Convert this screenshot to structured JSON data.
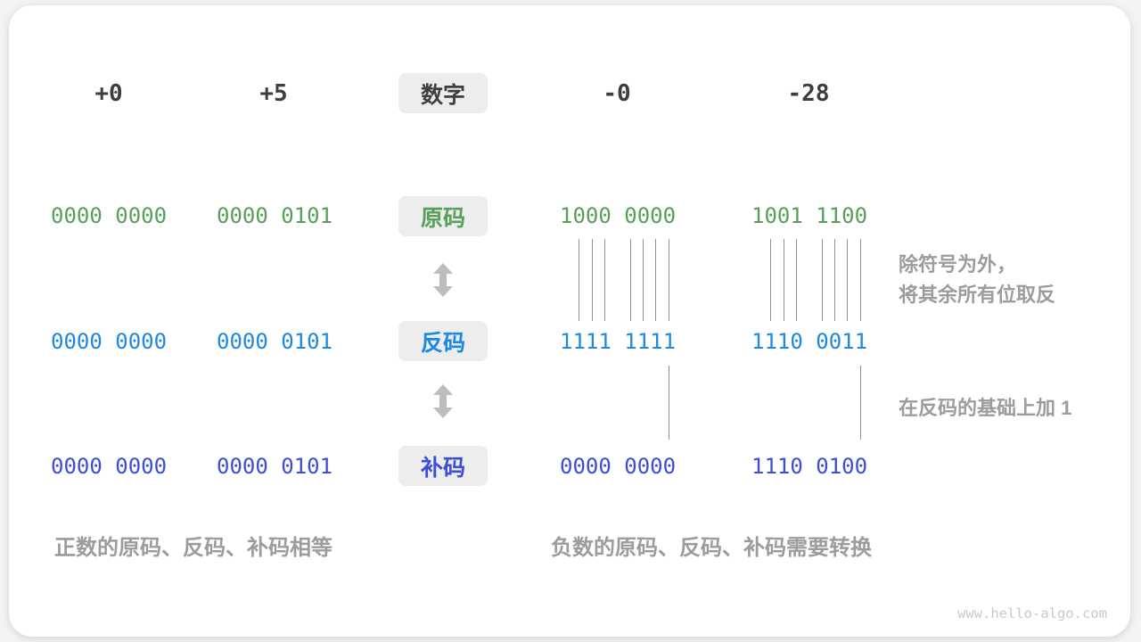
{
  "colors": {
    "sign_magnitude_green": "#56a05a",
    "ones_complement_blue": "#1e88e5",
    "twos_complement_indigo": "#3c4ed8",
    "label_box_bg": "#ededed",
    "header_text": "#3d3d3d",
    "annotation_gray": "#9c9c9c",
    "tick_line": "#8f8f8f",
    "arrow_gray": "#bdbdbd",
    "footer_gray": "#c9c9c9"
  },
  "header": {
    "numbers": [
      "+0",
      "+5",
      "-0",
      "-28"
    ],
    "label": "数字"
  },
  "rows": [
    {
      "label": "原码",
      "values": [
        "0000 0000",
        "0000 0101",
        "1000 0000",
        "1001 1100"
      ]
    },
    {
      "label": "反码",
      "values": [
        "0000 0000",
        "0000 0101",
        "1111 1111",
        "1110 0011"
      ]
    },
    {
      "label": "补码",
      "values": [
        "0000 0000",
        "0000 0101",
        "0000 0000",
        "1110 0100"
      ]
    }
  ],
  "annotations": {
    "invert_line1": "除符号为外，",
    "invert_line2": "将其余所有位取反",
    "add_one": "在反码的基础上加 1"
  },
  "captions": {
    "positive": "正数的原码、反码、补码相等",
    "negative": "负数的原码、反码、补码需要转换"
  },
  "footer": {
    "site": "www.hello-algo.com"
  }
}
